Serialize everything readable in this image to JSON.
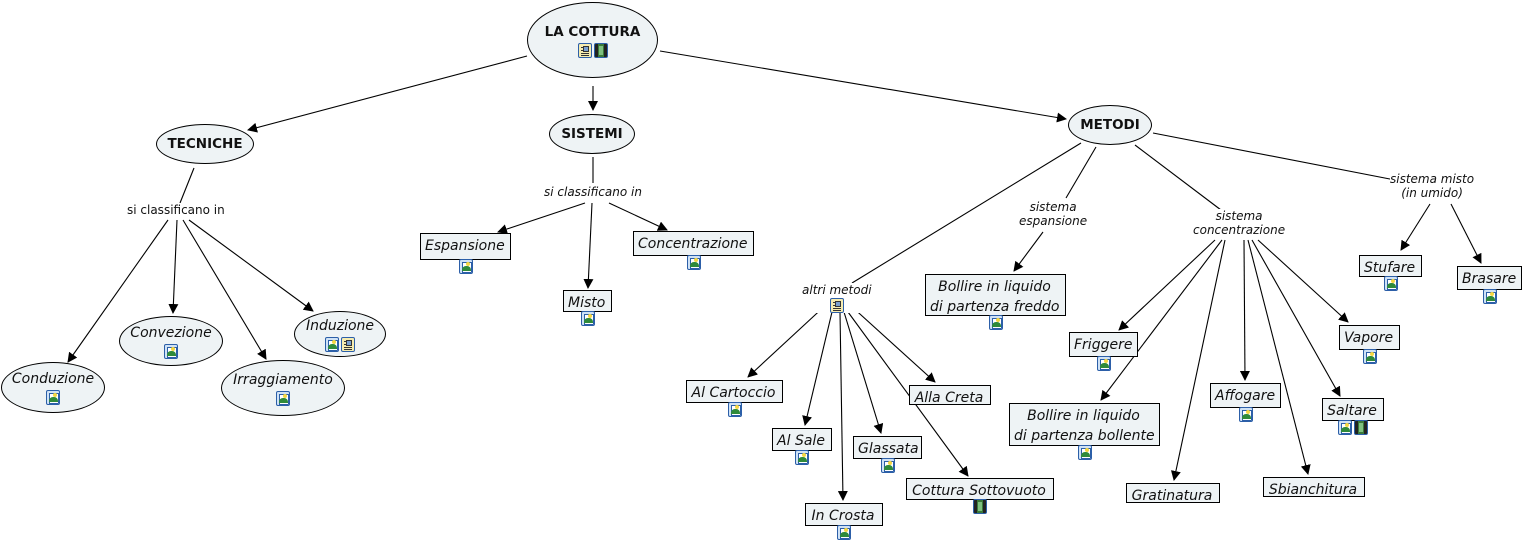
{
  "map_title": "LA COTTURA",
  "colors": {
    "node_fill": "#eef3f5",
    "node_border": "#000000",
    "line": "#000000",
    "icon_border": "#2c5fa8"
  },
  "concepts": [
    {
      "id": "cottura",
      "label": "LA COTTURA",
      "shape": "ellipse",
      "bold": true,
      "icons": [
        "document-icon",
        "video-icon"
      ]
    },
    {
      "id": "tecniche",
      "label": "TECNICHE",
      "shape": "ellipse",
      "bold": true,
      "icons": []
    },
    {
      "id": "sistemi",
      "label": "SISTEMI",
      "shape": "ellipse",
      "bold": true,
      "icons": []
    },
    {
      "id": "metodi",
      "label": "METODI",
      "shape": "ellipse",
      "bold": true,
      "icons": []
    },
    {
      "id": "conduzione",
      "label": "Conduzione",
      "shape": "ellipse",
      "bold": false,
      "icons": [
        "image-icon"
      ]
    },
    {
      "id": "convezione",
      "label": "Convezione",
      "shape": "ellipse",
      "bold": false,
      "icons": [
        "image-icon"
      ]
    },
    {
      "id": "irraggiamento",
      "label": "Irraggiamento",
      "shape": "ellipse",
      "bold": false,
      "icons": [
        "image-icon"
      ]
    },
    {
      "id": "induzione",
      "label": "Induzione",
      "shape": "ellipse",
      "bold": false,
      "icons": [
        "image-icon",
        "document-icon"
      ]
    },
    {
      "id": "espansione",
      "label": "Espansione",
      "shape": "box",
      "icons": [
        "image-icon"
      ]
    },
    {
      "id": "misto",
      "label": "Misto",
      "shape": "box",
      "icons": [
        "image-icon"
      ]
    },
    {
      "id": "concentrazione",
      "label": "Concentrazione",
      "shape": "box",
      "icons": [
        "image-icon"
      ]
    },
    {
      "id": "al_cartoccio",
      "label": "Al Cartoccio",
      "shape": "box",
      "icons": [
        "image-icon"
      ]
    },
    {
      "id": "al_sale",
      "label": "Al Sale",
      "shape": "box",
      "icons": [
        "image-icon"
      ]
    },
    {
      "id": "in_crosta",
      "label": "In Crosta",
      "shape": "box",
      "icons": [
        "image-icon"
      ]
    },
    {
      "id": "glassata",
      "label": "Glassata",
      "shape": "box",
      "icons": [
        "image-icon"
      ]
    },
    {
      "id": "alla_creta",
      "label": "Alla Creta",
      "shape": "box",
      "icons": []
    },
    {
      "id": "sottovuoto",
      "label": "Cottura Sottovuoto",
      "shape": "box",
      "icons": [
        "video-icon"
      ]
    },
    {
      "id": "bollire_freddo",
      "label": "Bollire in liquido\ndi partenza freddo",
      "shape": "box",
      "icons": [
        "image-icon"
      ]
    },
    {
      "id": "friggere",
      "label": "Friggere",
      "shape": "box",
      "icons": [
        "image-icon"
      ]
    },
    {
      "id": "bollire_bollente",
      "label": "Bollire in liquido\ndi partenza bollente",
      "shape": "box",
      "icons": [
        "image-icon"
      ]
    },
    {
      "id": "gratinatura",
      "label": "Gratinatura",
      "shape": "box",
      "icons": []
    },
    {
      "id": "affogare",
      "label": "Affogare",
      "shape": "box",
      "icons": [
        "image-icon"
      ]
    },
    {
      "id": "sbianchitura",
      "label": "Sbianchitura",
      "shape": "box",
      "icons": []
    },
    {
      "id": "vapore",
      "label": "Vapore",
      "shape": "box",
      "icons": [
        "image-icon"
      ]
    },
    {
      "id": "saltare",
      "label": "Saltare",
      "shape": "box",
      "icons": [
        "image-icon",
        "video-icon"
      ]
    },
    {
      "id": "stufare",
      "label": "Stufare",
      "shape": "box",
      "icons": [
        "image-icon"
      ]
    },
    {
      "id": "brasare",
      "label": "Brasare",
      "shape": "box",
      "icons": [
        "image-icon"
      ]
    }
  ],
  "linking_phrases": [
    {
      "id": "lp_tecniche",
      "label": "si classificano in",
      "italic": false,
      "icons": []
    },
    {
      "id": "lp_sistemi",
      "label": "si classificano in",
      "italic": true,
      "icons": []
    },
    {
      "id": "lp_altri",
      "label": "altri metodi",
      "italic": true,
      "icons": [
        "document-icon"
      ]
    },
    {
      "id": "lp_espansione",
      "label": "sistema\nespansione",
      "italic": true,
      "icons": []
    },
    {
      "id": "lp_concentrazione",
      "label": "sistema\nconcentrazione",
      "italic": true,
      "icons": []
    },
    {
      "id": "lp_misto",
      "label": "sistema misto\n(in umido)",
      "italic": true,
      "icons": []
    }
  ],
  "connections": [
    {
      "from": "cottura",
      "to": "tecniche",
      "arrow": true
    },
    {
      "from": "cottura",
      "to": "sistemi",
      "arrow": true
    },
    {
      "from": "cottura",
      "to": "metodi",
      "arrow": true
    },
    {
      "from": "tecniche",
      "to": "lp_tecniche",
      "arrow": false
    },
    {
      "from": "lp_tecniche",
      "to": "conduzione",
      "arrow": true
    },
    {
      "from": "lp_tecniche",
      "to": "convezione",
      "arrow": true
    },
    {
      "from": "lp_tecniche",
      "to": "irraggiamento",
      "arrow": true
    },
    {
      "from": "lp_tecniche",
      "to": "induzione",
      "arrow": true
    },
    {
      "from": "sistemi",
      "to": "lp_sistemi",
      "arrow": false
    },
    {
      "from": "lp_sistemi",
      "to": "espansione",
      "arrow": true
    },
    {
      "from": "lp_sistemi",
      "to": "misto",
      "arrow": true
    },
    {
      "from": "lp_sistemi",
      "to": "concentrazione",
      "arrow": true
    },
    {
      "from": "metodi",
      "to": "lp_altri",
      "arrow": false
    },
    {
      "from": "metodi",
      "to": "lp_espansione",
      "arrow": false
    },
    {
      "from": "metodi",
      "to": "lp_concentrazione",
      "arrow": false
    },
    {
      "from": "metodi",
      "to": "lp_misto",
      "arrow": false
    },
    {
      "from": "lp_altri",
      "to": "al_cartoccio",
      "arrow": true
    },
    {
      "from": "lp_altri",
      "to": "al_sale",
      "arrow": true
    },
    {
      "from": "lp_altri",
      "to": "in_crosta",
      "arrow": true
    },
    {
      "from": "lp_altri",
      "to": "glassata",
      "arrow": true
    },
    {
      "from": "lp_altri",
      "to": "alla_creta",
      "arrow": true
    },
    {
      "from": "lp_altri",
      "to": "sottovuoto",
      "arrow": true
    },
    {
      "from": "lp_espansione",
      "to": "bollire_freddo",
      "arrow": true
    },
    {
      "from": "lp_concentrazione",
      "to": "friggere",
      "arrow": true
    },
    {
      "from": "lp_concentrazione",
      "to": "bollire_bollente",
      "arrow": true
    },
    {
      "from": "lp_concentrazione",
      "to": "gratinatura",
      "arrow": true
    },
    {
      "from": "lp_concentrazione",
      "to": "affogare",
      "arrow": true
    },
    {
      "from": "lp_concentrazione",
      "to": "sbianchitura",
      "arrow": true
    },
    {
      "from": "lp_concentrazione",
      "to": "saltare",
      "arrow": true
    },
    {
      "from": "lp_concentrazione",
      "to": "vapore",
      "arrow": true
    },
    {
      "from": "lp_misto",
      "to": "stufare",
      "arrow": true
    },
    {
      "from": "lp_misto",
      "to": "brasare",
      "arrow": true
    }
  ]
}
